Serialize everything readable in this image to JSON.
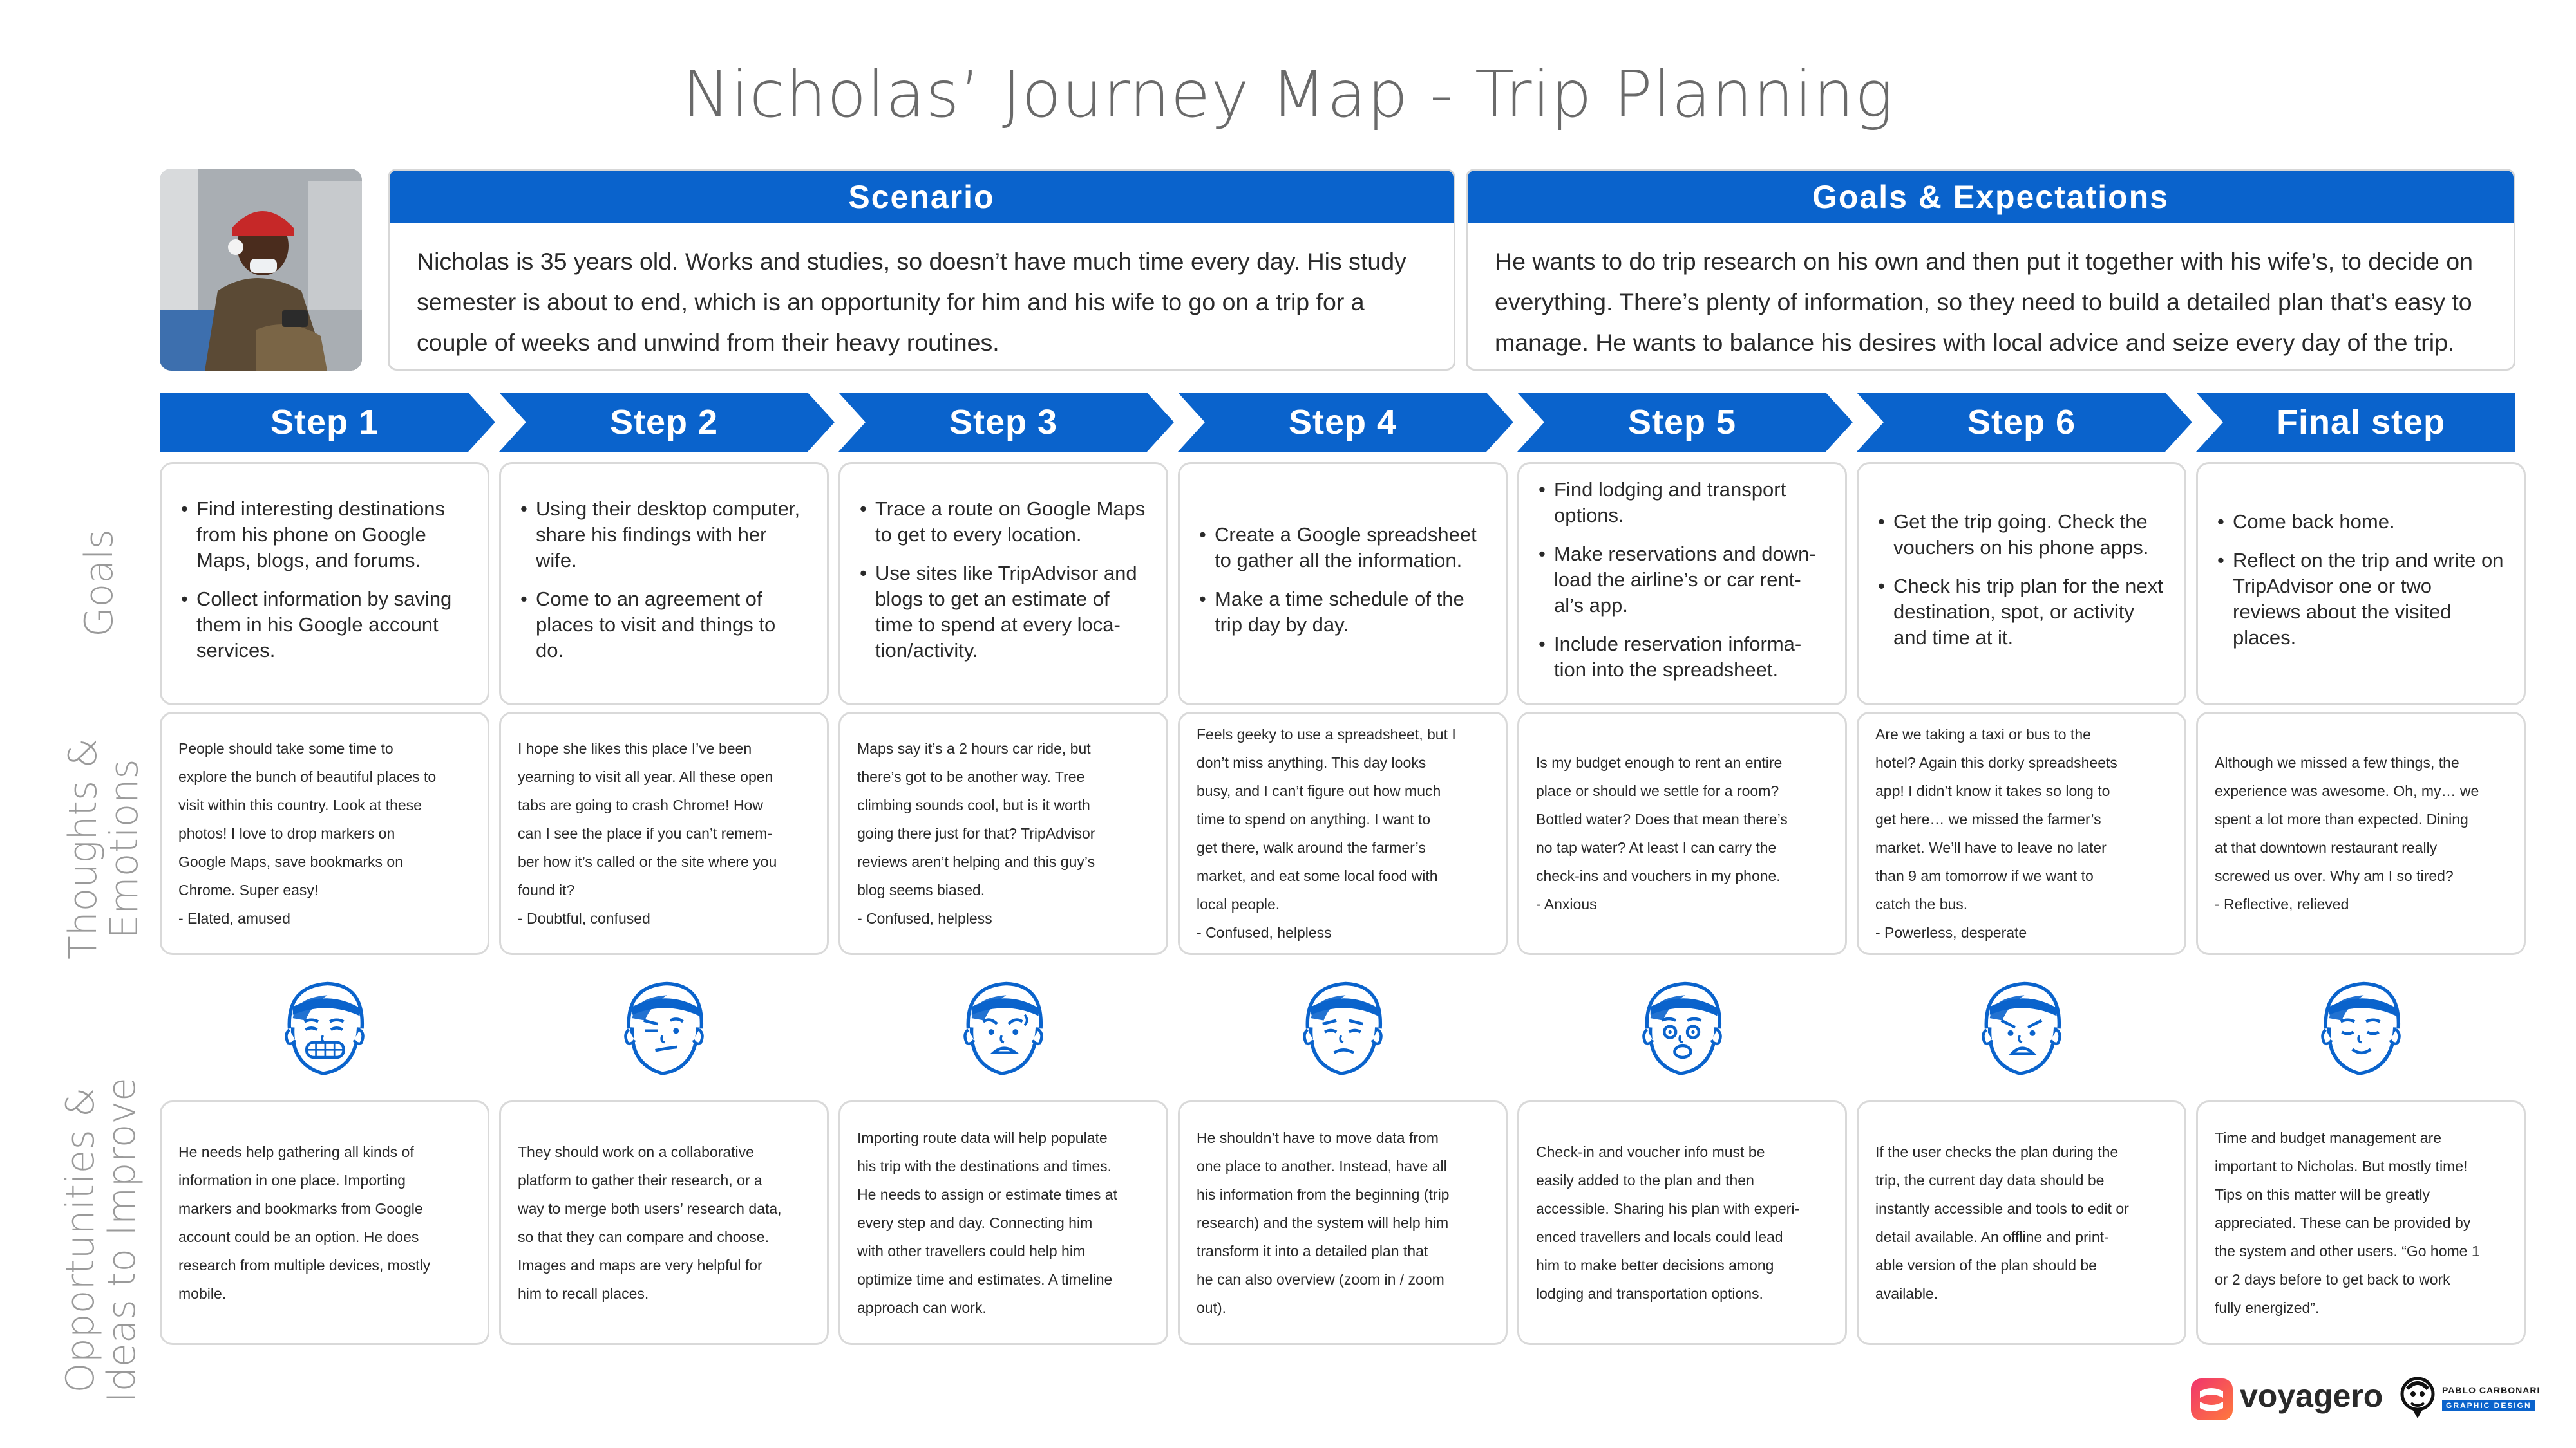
{
  "title": "Nicholas’ Journey Map - Trip Planning",
  "colors": {
    "accent": "#0a63cc",
    "card_border": "#d9d9d9",
    "label_gray": "#9a9a9a",
    "title_gray": "#6a6a6a"
  },
  "scenario": {
    "heading": "Scenario",
    "text": "Nicholas is 35 years old. Works and studies, so doesn’t have much time every day. His study semester is about to end, which is an opportunity for him and his wife to go on a trip for a couple of weeks and unwind from their heavy routines."
  },
  "goals_expectations": {
    "heading": "Goals & Expectations",
    "text": "He wants to do trip research on his own and then put it together with his wife’s, to decide on everything. There’s plenty of information, so they need to build a detailed plan that’s easy to manage. He wants to balance his desires with local advice and seize every day of the trip."
  },
  "row_labels": {
    "goals": "Goals",
    "thoughts_1": "Thoughts &",
    "thoughts_2": "Emotions",
    "opp_1": "Opportunities &",
    "opp_2": "Ideas to Improve"
  },
  "steps": [
    {
      "label": "Step 1",
      "goals": [
        "Find interesting destinations from his phone on Google Maps, blogs, and forums.",
        "Collect information by saving them in his Google account services."
      ],
      "thoughts": "People should take some time to\nexplore the bunch of beautiful places to\nvisit within this country. Look at these\nphotos! I love to drop markers on\nGoogle Maps, save bookmarks on\nChrome. Super easy!\n- Elated, amused",
      "emotion_icon": "grimacing-face-icon",
      "opportunity": "He needs help gathering all kinds of\ninformation in one place. Importing\nmarkers and bookmarks from Google\naccount could be an option. He does\nresearch from multiple devices, mostly\nmobile."
    },
    {
      "label": "Step 2",
      "goals": [
        "Using their desktop computer, share his findings with her wife.",
        "Come to an agreement of places to visit and things to do."
      ],
      "thoughts": "I hope she likes this place I’ve been\nyearning to visit all year. All these open\ntabs are going to crash Chrome! How\ncan I see the place if you can’t remem-\nber how it’s called or the site where you\nfound it?\n- Doubtful, confused",
      "emotion_icon": "doubtful-face-icon",
      "opportunity": "They should work on a collaborative\nplatform to gather their research, or a\nway to merge both users’ research data,\nso that they can compare and choose.\nImages and maps are very helpful for\nhim to recall places."
    },
    {
      "label": "Step 3",
      "goals": [
        "Trace a route on Google Maps to get to every location.",
        "Use sites like TripAdvisor and blogs to get an estimate of time to spend at every loca-tion/activity."
      ],
      "thoughts": "Maps say it’s a 2 hours car ride, but\nthere’s got to be another way. Tree\nclimbing sounds cool, but is it worth\ngoing there just for that? TripAdvisor\nreviews aren’t helping and this guy’s\nblog seems biased.\n- Confused, helpless",
      "emotion_icon": "confused-face-icon",
      "opportunity": "Importing route data will help populate\nhis trip with the destinations and times.\nHe needs to assign or estimate times at\nevery step and day. Connecting him\nwith other travellers could help him\noptimize time and estimates. A timeline\napproach can work."
    },
    {
      "label": "Step 4",
      "goals": [
        "Create a Google spreadsheet to gather all the information.",
        "Make a time schedule of the trip day by day."
      ],
      "thoughts": "Feels geeky to use a spreadsheet, but I\ndon’t miss anything. This day looks\nbusy, and I can’t figure out how much\ntime to spend on anything. I want to\nget there, walk around the farmer’s\nmarket, and eat some local food with\nlocal people.\n- Confused, helpless",
      "emotion_icon": "worried-face-icon",
      "opportunity": "He shouldn’t have to move data from\none place to another. Instead, have all\nhis information from the beginning (trip\nresearch) and the system will help him\ntransform it into a detailed plan that\nhe can also overview (zoom in / zoom\nout)."
    },
    {
      "label": "Step 5",
      "goals": [
        "Find lodging and transport options.",
        "Make reservations and down-load the airline’s or car rent-al’s app.",
        "Include reservation informa-tion into the spreadsheet."
      ],
      "thoughts": "Is my budget enough to rent an entire\nplace or should we settle for a room?\nBottled water? Does that mean there’s\nno tap water? At least I can carry the\ncheck-ins and vouchers in my phone.\n- Anxious",
      "emotion_icon": "anxious-face-icon",
      "opportunity": "Check-in and voucher info must be\neasily added to the plan and then\naccessible. Sharing his plan with experi-\nenced travellers and locals could lead\nhim to make better decisions among\nlodging and transportation options."
    },
    {
      "label": "Step 6",
      "goals": [
        "Get the trip going. Check the vouchers on his phone apps.",
        "Check his trip plan for the next destination, spot, or activity and time at it."
      ],
      "thoughts": "Are we taking a taxi or bus to the\nhotel? Again this dorky spreadsheets\napp! I didn’t know it takes so long to\nget here… we missed the farmer’s\nmarket. We’ll have to leave no later\nthan 9 am tomorrow if we want to\ncatch the bus.\n- Powerless, desperate",
      "emotion_icon": "angry-face-icon",
      "opportunity": "If the user checks the plan during the\ntrip, the current day data should be\ninstantly accessible and tools to edit or\ndetail available. An offline and print-\nable version of the plan should be\navailable."
    },
    {
      "label": "Final step",
      "goals": [
        "Come back home.",
        "Reflect on the trip and write on TripAdvisor one or two reviews about the visited places."
      ],
      "thoughts": "Although we missed a few things, the\nexperience was awesome. Oh, my… we\nspent a lot more than expected. Dining\nat that downtown restaurant really\nscrewed us over. Why am I so tired?\n- Reflective, relieved",
      "emotion_icon": "relieved-face-icon",
      "opportunity": "Time and budget management are\nimportant to Nicholas. But mostly time!\nTips on this matter will be greatly\nappreciated. These can be provided by\nthe system and other users. “Go home 1\nor 2 days before to get back to work\nfully energized”."
    }
  ],
  "footer": {
    "brand": "voyagero",
    "designer": "PABLO CARBONARI",
    "designer_sub": "GRAPHIC DESIGN"
  }
}
